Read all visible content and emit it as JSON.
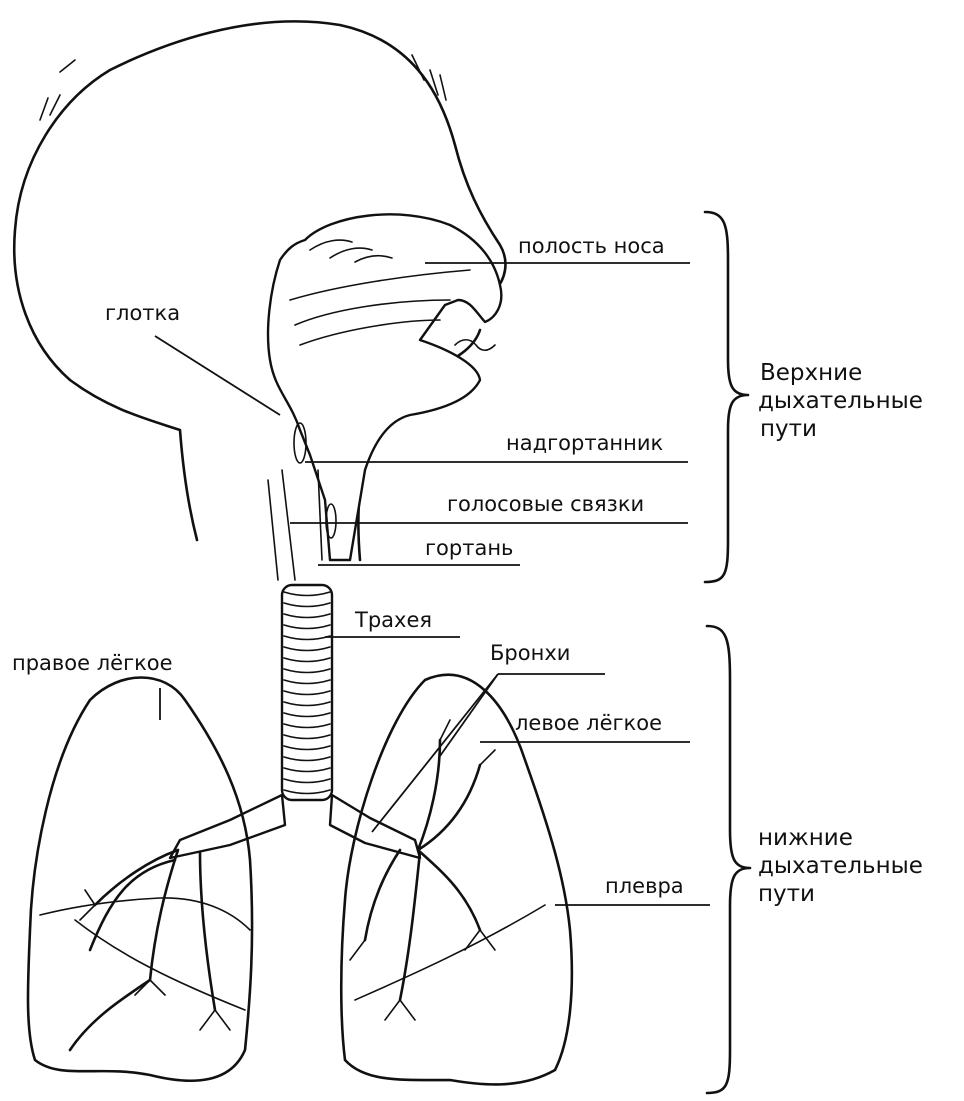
{
  "labels": {
    "nasal_cavity": "полость носа",
    "pharynx": "глотка",
    "epiglottis": "надгортанник",
    "vocal_cords": "голосовые связки",
    "larynx": "гортань",
    "trachea": "Трахея",
    "bronchi": "Бронхи",
    "right_lung": "правое лёгкое",
    "left_lung": "левое лёгкое",
    "pleura": "плевра"
  },
  "groups": {
    "upper": [
      "Верхние",
      "дыхательные",
      "пути"
    ],
    "lower": [
      "нижние",
      "дыхательные",
      "пути"
    ]
  }
}
